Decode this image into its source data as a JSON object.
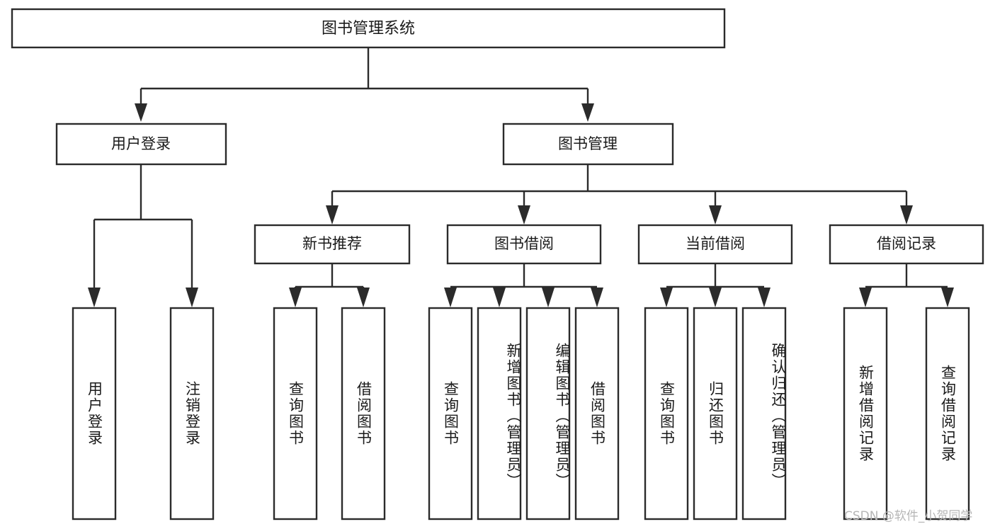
{
  "diagram": {
    "type": "tree",
    "orientation": "top-down",
    "title": "图书管理系统",
    "colors": {
      "box_stroke": "#2b2b2b",
      "box_fill": "#ffffff",
      "connector": "#2b2b2b",
      "text": "#1a1a1a",
      "background": "#ffffff",
      "watermark": "#b6b6b6"
    },
    "root": {
      "label": "图书管理系统"
    },
    "level2": [
      {
        "label": "用户登录"
      },
      {
        "label": "图书管理"
      }
    ],
    "level3": [
      {
        "label": "新书推荐"
      },
      {
        "label": "图书借阅"
      },
      {
        "label": "当前借阅"
      },
      {
        "label": "借阅记录"
      }
    ],
    "leaves": {
      "user_login": [
        {
          "label": "用户登录"
        },
        {
          "label": "注销登录"
        }
      ],
      "new_book_recommend": [
        {
          "label": "查询图书"
        },
        {
          "label": "借阅图书"
        }
      ],
      "book_borrow": [
        {
          "label": "查询图书"
        },
        {
          "label": "新增图书（管理员）"
        },
        {
          "label": "编辑图书（管理员）"
        },
        {
          "label": "借阅图书"
        }
      ],
      "current_borrow": [
        {
          "label": "查询图书"
        },
        {
          "label": "归还图书"
        },
        {
          "label": "确认归还（管理员）"
        }
      ],
      "borrow_record": [
        {
          "label": "新增借阅记录"
        },
        {
          "label": "查询借阅记录"
        }
      ]
    }
  },
  "watermark": {
    "text": "CSDN @软件_小贺同学"
  }
}
